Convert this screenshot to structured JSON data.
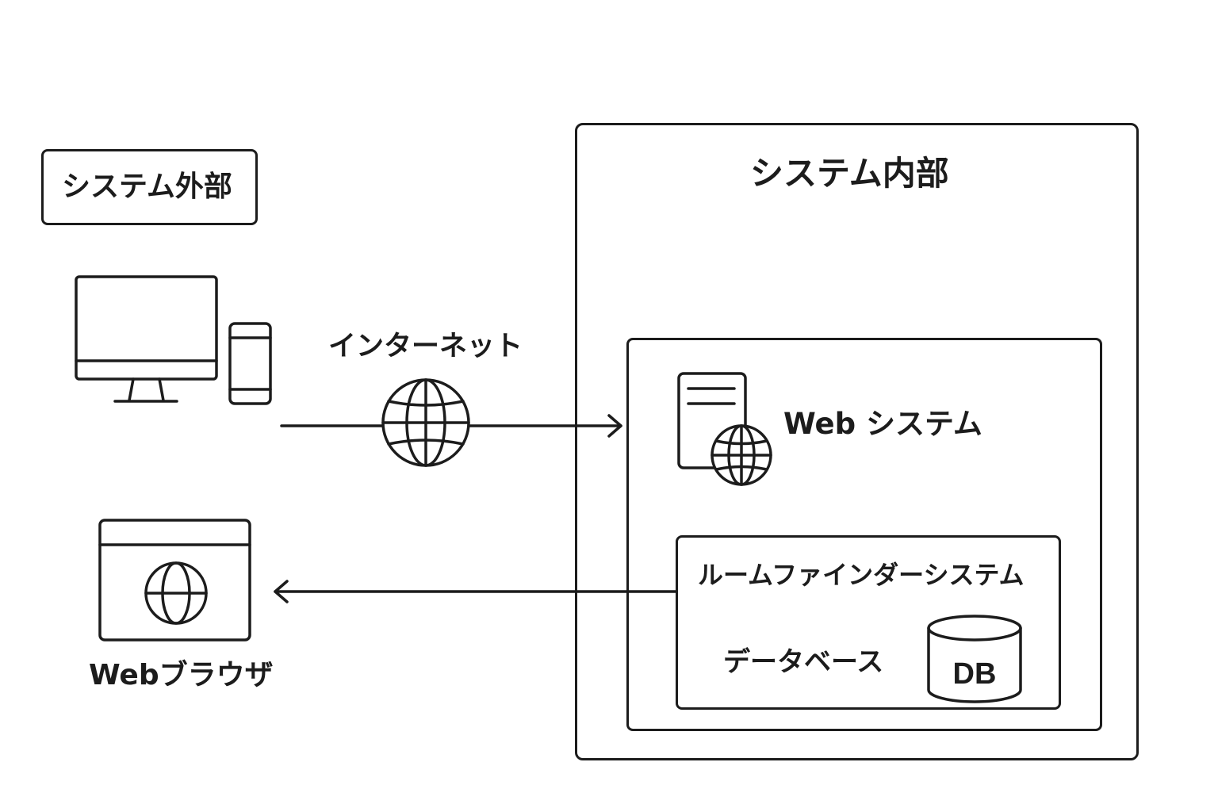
{
  "outside": {
    "title": "システム外部",
    "browser_label": "Webブラウザ"
  },
  "internet": {
    "label": "インターネット"
  },
  "inside": {
    "title": "システム内部",
    "web_system_label": "Web システム",
    "roomfinder_label": "ルームファインダーシステム",
    "database_label": "データベース",
    "db_badge": "DB"
  },
  "icons": {
    "computer": "desktop-computer-icon",
    "phone": "smartphone-icon",
    "globe": "globe-icon",
    "server": "web-server-icon",
    "browser": "browser-window-icon",
    "database": "database-cylinder-icon"
  },
  "colors": {
    "stroke": "#1c1c1c",
    "background": "#ffffff"
  }
}
